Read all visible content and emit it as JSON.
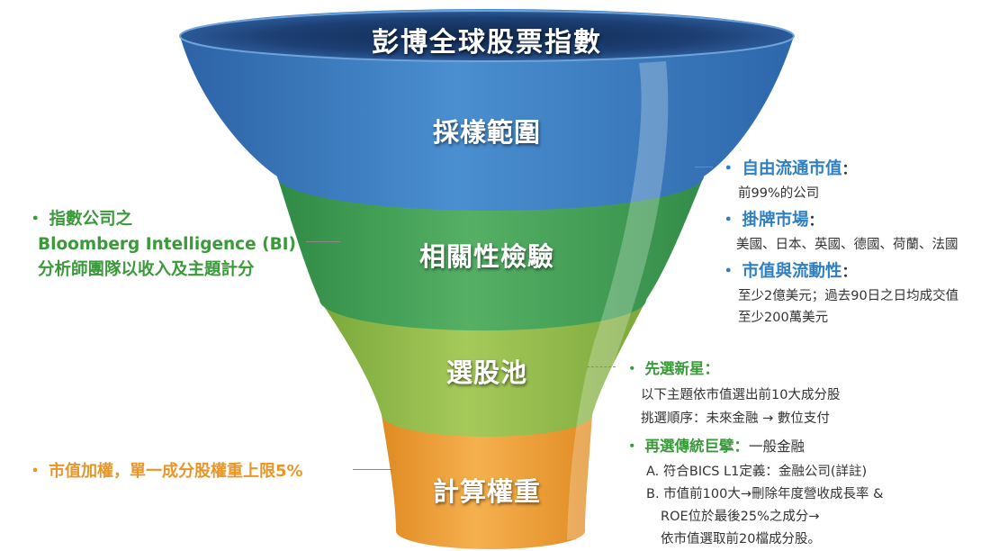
{
  "title": "彭博全球股票指數",
  "stages": [
    {
      "label": "採樣範圍",
      "color": "#3d7fc0"
    },
    {
      "label": "相關性檢驗",
      "color": "#49a35a"
    },
    {
      "label": "選股池",
      "color": "#8fbb4a"
    },
    {
      "label": "計算權重",
      "color": "#f0a038"
    }
  ],
  "left_annotations": {
    "bi": {
      "bullet": "・",
      "line1": "指數公司之",
      "line2": "Bloomberg Intelligence (BI)",
      "line3": "分析師團隊以收入及主題計分"
    },
    "weight": {
      "bullet": "・",
      "text": "市值加權，單一成分股權重上限5%"
    }
  },
  "right_annotations": {
    "criteria": [
      {
        "heading": "自由流通市值",
        "colon": "：",
        "details": [
          "前99%的公司"
        ]
      },
      {
        "heading": "掛牌市場",
        "colon": "：",
        "details": [
          "美國、日本、英國、德國、荷蘭、法國"
        ]
      },
      {
        "heading": "市值與流動性",
        "colon": "：",
        "details": [
          "至少2億美元；過去90日之日均成交值",
          "至少200萬美元"
        ]
      }
    ],
    "selection": [
      {
        "heading": "先選新星",
        "colon": "：",
        "inline": "",
        "details": [
          "以下主題依市值選出前10大成分股",
          "挑選順序：未來金融 → 數位支付"
        ]
      },
      {
        "heading": "再選傳統巨擘",
        "colon": "：",
        "inline": "一般金融",
        "details": [
          "A. 符合BICS L1定義：金融公司(詳註)",
          "B. 市值前100大→刪除年度營收成長率 &",
          "ROE位於最後25%之成分→",
          "依市值選取前20檔成分股。"
        ]
      }
    ],
    "bullet": "・"
  },
  "colors": {
    "blue_accent": "#2f7fc1",
    "green_accent": "#3a9a3a",
    "orange_accent": "#e8962a",
    "rim_dark": "#1d3f73"
  }
}
